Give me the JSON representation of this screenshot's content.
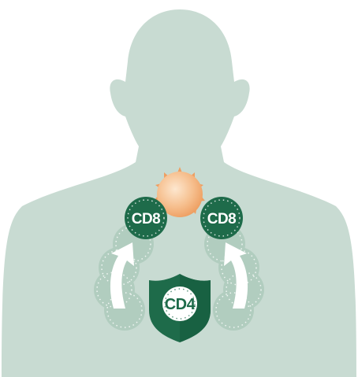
{
  "colors": {
    "silhouette": "#c8dbd2",
    "cd8_cell": "#1e6b4a",
    "cd8_ghost": "#a6c6b6",
    "arrow": "#ffffff",
    "tumor_cell": "#f6bf8e",
    "shield": "#1e6b4a"
  },
  "cells": {
    "cd8_left": {
      "label": "CD8",
      "icon": "cd8-t-cell"
    },
    "cd8_right": {
      "label": "CD8",
      "icon": "cd8-t-cell"
    },
    "cd4": {
      "label": "CD4",
      "icon": "cd4-t-cell-shield"
    },
    "tumor": {
      "icon": "tumor-cell"
    }
  }
}
